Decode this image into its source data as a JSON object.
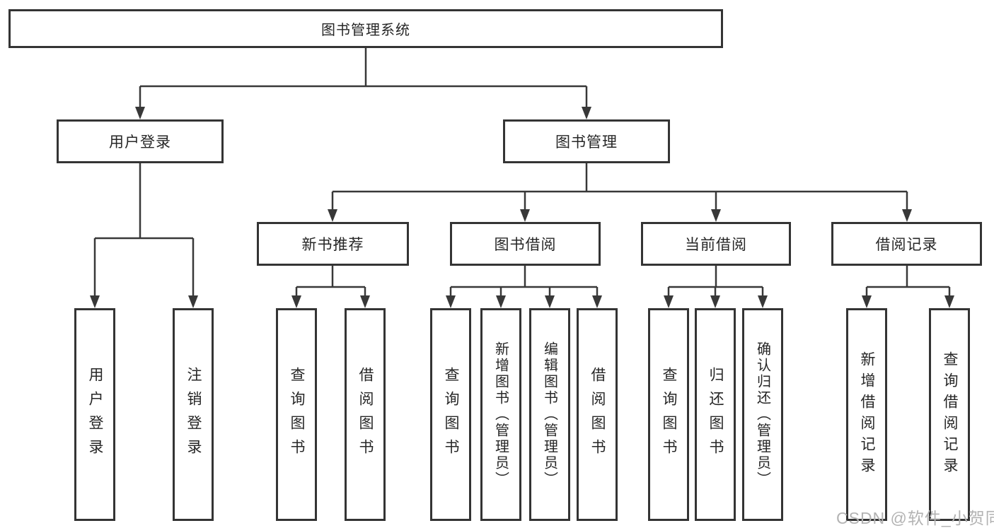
{
  "diagram": {
    "root_label": "图书管理系统",
    "nodes": {
      "user_login": "用户登录",
      "book_mgmt": "图书管理",
      "new_books": "新书推荐",
      "book_borrow": "图书借阅",
      "current_borrow": "当前借阅",
      "borrow_records": "借阅记录"
    },
    "leaves": [
      "用户登录",
      "注销登录",
      "查询图书",
      "借阅图书",
      "查询图书",
      "新增图书（管理员）",
      "编辑图书（管理员）",
      "借阅图书",
      "查询图书",
      "归还图书",
      "确认归还（管理员）",
      "新增借阅记录",
      "查询借阅记录"
    ]
  },
  "watermark": {
    "text": "CSDN @软件_小贺同学"
  },
  "colors": {
    "line": "#383838",
    "box_border": "#343434",
    "text": "#262626",
    "watermark": "#b3b3b3",
    "background": "#ffffff"
  }
}
